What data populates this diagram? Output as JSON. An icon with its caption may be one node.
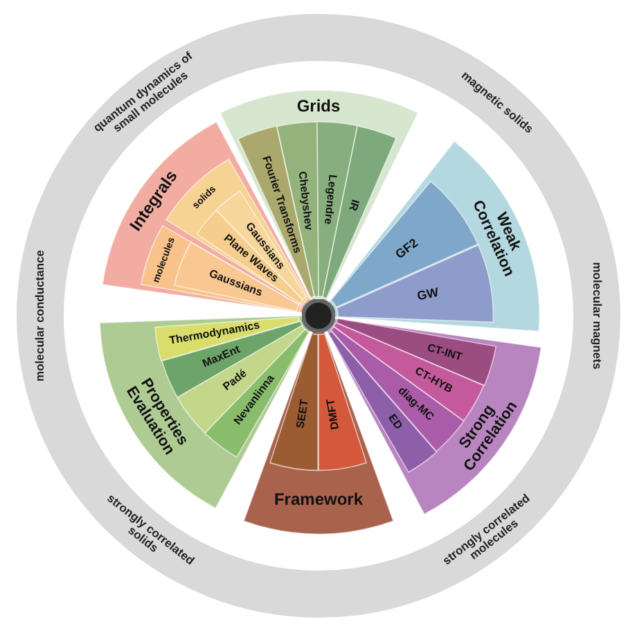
{
  "diagram": {
    "nodes": [
      {
        "text": [
          "Grids"
        ]
      },
      {
        "text": [
          "Fourier Transforms"
        ],
        "in": 0
      },
      {
        "text": [
          "Chebyshev"
        ],
        "in": 0
      },
      {
        "text": [
          "Legendre"
        ],
        "in": 0
      },
      {
        "text": [
          "IR"
        ],
        "in": 0
      },
      {
        "text": [
          "Weak Correlation"
        ]
      },
      {
        "text": [
          "GF2"
        ],
        "in": 5
      },
      {
        "text": [
          "GW"
        ],
        "in": 5
      },
      {
        "text": [
          "Strong Correlation"
        ]
      },
      {
        "text": [
          "CT-INT"
        ],
        "in": 8
      },
      {
        "text": [
          "CT-HYB"
        ],
        "in": 8
      },
      {
        "text": [
          "diag-MC"
        ],
        "in": 8
      },
      {
        "text": [
          "ED"
        ],
        "in": 8
      },
      {
        "text": [
          "Framework"
        ]
      },
      {
        "text": [
          "SEET"
        ],
        "in": 13
      },
      {
        "text": [
          "DMFT"
        ],
        "in": 13
      },
      {
        "text": [
          "Properties Evaluation"
        ]
      },
      {
        "text": [
          "Thermodynamics"
        ],
        "in": 16
      },
      {
        "text": [
          "MaxEnt"
        ],
        "in": 16
      },
      {
        "text": [
          "Padé"
        ],
        "in": 16
      },
      {
        "text": [
          "Nevanlinna"
        ],
        "in": 16
      },
      {
        "text": [
          "Integrals"
        ]
      },
      {
        "text": [
          "solids"
        ],
        "in": 21
      },
      {
        "text": [
          "Gaussians"
        ],
        "in": 22
      },
      {
        "text": [
          "Plane Waves"
        ],
        "in": 22
      },
      {
        "text": [
          "molecules"
        ],
        "in": 21
      },
      {
        "text": [
          "Gaussians"
        ],
        "in": 25
      }
    ],
    "labels": [
      "quantum dynamics of small molecules",
      "magnetic solids",
      "molecular conductance",
      "molecular magnets",
      "strongly correlated solids",
      "strongly correlated molecules"
    ]
  }
}
